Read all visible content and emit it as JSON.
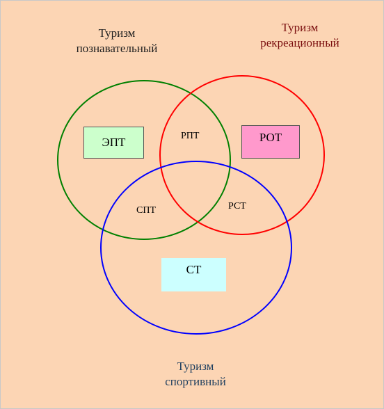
{
  "diagram": {
    "captions": {
      "cognitive": {
        "line1": "Туризм",
        "line2": "познавательный"
      },
      "recreational": {
        "line1": "Туризм",
        "line2": "рекреационный"
      },
      "sport": {
        "line1": "Туризм",
        "line2": "спортивный"
      }
    },
    "boxes": {
      "ept": "ЭПТ",
      "rot": "РОТ",
      "st": "СТ"
    },
    "regions": {
      "rpt": "РПТ",
      "spt": "СПТ",
      "rst": "РСТ"
    },
    "colors": {
      "background": "#fcd5b4",
      "cognitive_circle": "#008000",
      "recreational_circle": "#ff0000",
      "sport_circle": "#0000ff",
      "ept_box": "#ccffcc",
      "rot_box": "#ff99cc",
      "st_box": "#ccffff"
    }
  }
}
